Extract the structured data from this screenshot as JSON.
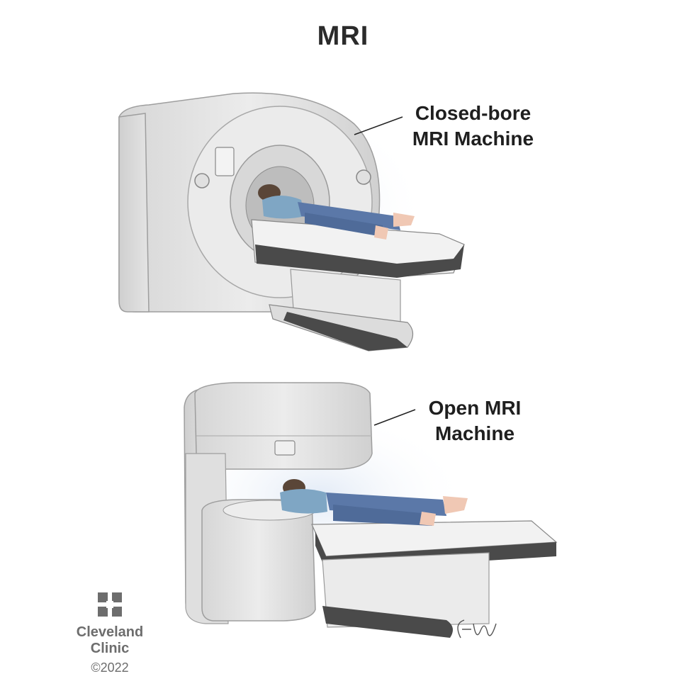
{
  "title": "MRI",
  "callouts": {
    "closed": {
      "line1": "Closed-bore",
      "line2": "MRI Machine"
    },
    "open": {
      "line1": "Open MRI",
      "line2": "Machine"
    }
  },
  "branding": {
    "line1": "Cleveland",
    "line2": "Clinic",
    "copyright": "©2022",
    "logo_icon": "cleveland-clinic-cross-icon"
  },
  "colors": {
    "machine_body": "#e6e6e6",
    "machine_shadow": "#c4c4c4",
    "table_dark": "#4a4a4a",
    "patient_jeans": "#5b78a8",
    "patient_gown": "#7fa6c4",
    "glow": "#dfe8f5",
    "text": "#1f1f1f",
    "logo": "#6d6d6d"
  }
}
